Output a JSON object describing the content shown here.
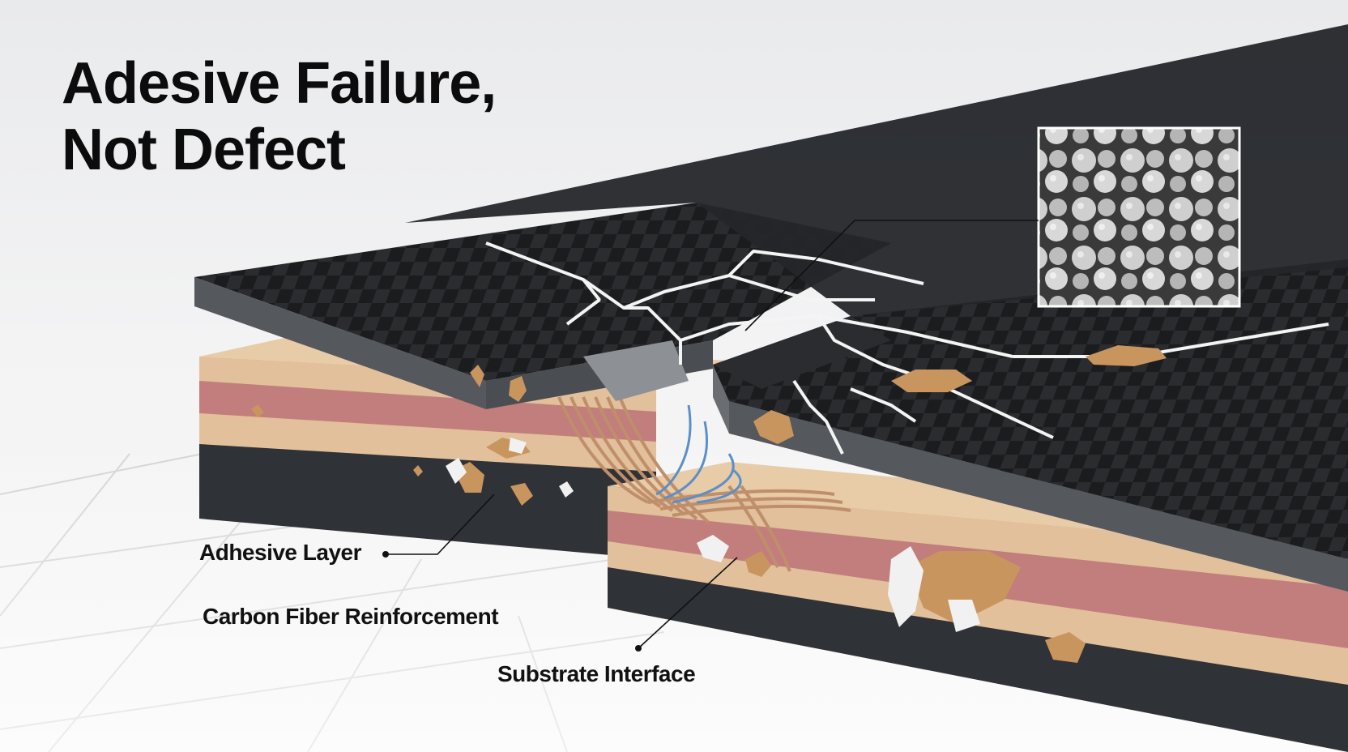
{
  "title": {
    "line1": "Adesive Failure,",
    "line2": "Not Defect"
  },
  "labels": {
    "adhesive": "Adhesive Layer",
    "carbon": "Carbon Fiber Reinforcement",
    "substrate": "Substrate Interface"
  },
  "colors": {
    "carbon_top": "#1c1d1f",
    "carbon_edge": "#55585c",
    "adhesive_tan": "#e2c09b",
    "adhesive_pink": "#c27e7c",
    "base": "#2f3236",
    "debris": "#c9955f",
    "fiber_copper": "#bf8e6a",
    "fiber_blue": "#5b8fc7",
    "crack": "#f4f4f4"
  }
}
